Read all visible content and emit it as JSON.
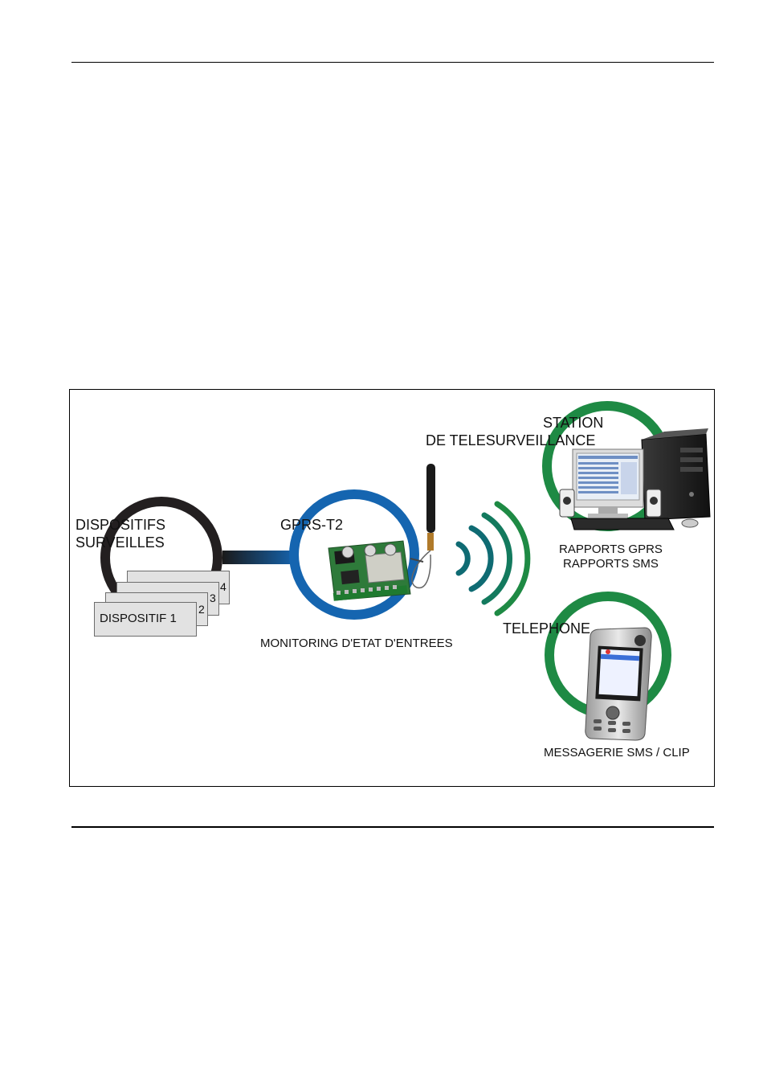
{
  "diagram": {
    "monitored": {
      "line1": "DISPOSITIFS",
      "line2": "SURVEILLES"
    },
    "devices": {
      "card1": "DISPOSITIF 1",
      "n2": "2",
      "n3": "3",
      "n4": "4"
    },
    "module": {
      "name": "GPRS-T2",
      "caption": "MONITORING D'ETAT D'ENTREES"
    },
    "station": {
      "line1": "STATION",
      "line2": "DE TELESURVEILLANCE",
      "report1": "RAPPORTS GPRS",
      "report2": "RAPPORTS SMS"
    },
    "phone": {
      "name": "TELEPHONE",
      "caption": "MESSAGERIE SMS / CLIP"
    },
    "colors": {
      "ring_black": "#231f20",
      "ring_blue": "#1565b0",
      "ring_green": "#1e8a44",
      "wave_teal": "#0f6b73"
    }
  }
}
